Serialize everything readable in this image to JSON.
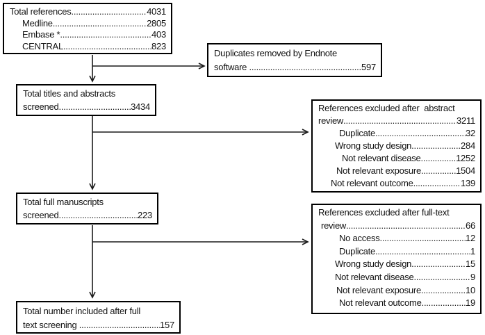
{
  "leader_dots": "........................................................................................................................................................",
  "boxes": {
    "total_references": {
      "lines": [
        {
          "label": "Total references",
          "value": "4031"
        },
        {
          "label": "Medline",
          "value": "2805"
        },
        {
          "label": "Embase *",
          "value": "403"
        },
        {
          "label": "CENTRAL",
          "value": "823"
        }
      ]
    },
    "duplicates_removed": {
      "lines": [
        {
          "text": "Duplicates removed by Endnote"
        },
        {
          "label": "software ",
          "value": "597"
        }
      ]
    },
    "titles_abstracts_screened": {
      "lines": [
        {
          "text": "Total titles and abstracts"
        },
        {
          "label": "screened",
          "value": "3434"
        }
      ]
    },
    "excluded_abstract_review": {
      "lines": [
        {
          "text": "References excluded after  abstract"
        },
        {
          "label": "review",
          "value": "3211"
        },
        {
          "label": "Duplicate",
          "value": "32"
        },
        {
          "label": "Wrong study design",
          "value": "284"
        },
        {
          "label": "Not relevant disease",
          "value": "1252"
        },
        {
          "label": "Not relevant exposure",
          "value": "1504"
        },
        {
          "label": "Not relevant outcome",
          "value": "139"
        }
      ]
    },
    "full_manuscripts_screened": {
      "lines": [
        {
          "text": "Total full manuscripts"
        },
        {
          "label": "screened",
          "value": "223"
        }
      ]
    },
    "excluded_fulltext_review": {
      "lines": [
        {
          "text": "References excluded after full-text"
        },
        {
          "label": "review",
          "value": "66"
        },
        {
          "label": "No access",
          "value": "12"
        },
        {
          "label": "Duplicate",
          "value": "1"
        },
        {
          "label": "Wrong study design",
          "value": "15"
        },
        {
          "label": "Not relevant disease",
          "value": "9"
        },
        {
          "label": "Not relevant exposure",
          "value": "10"
        },
        {
          "label": "Not relevant outcome",
          "value": "19"
        }
      ]
    },
    "total_included": {
      "lines": [
        {
          "text": "Total number included after full"
        },
        {
          "label": "text screening ",
          "value": "157"
        }
      ]
    }
  },
  "colors": {
    "border": "#000000",
    "connector": "#1a1a1a",
    "text": "#111111",
    "background": "#ffffff"
  }
}
